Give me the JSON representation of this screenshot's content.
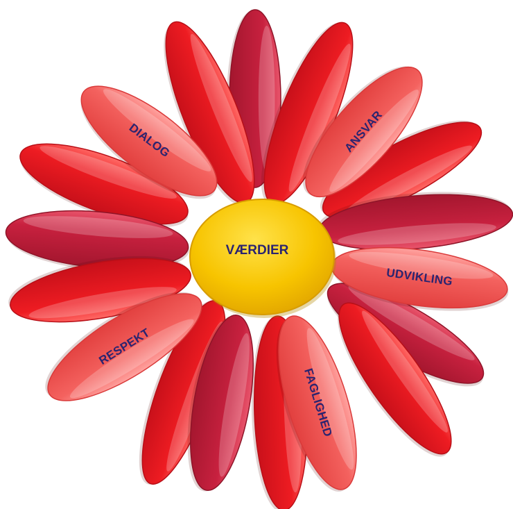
{
  "diagram": {
    "center_label": "VÆRDIER",
    "colors": {
      "petal_red": "#e8141c",
      "petal_crimson": "#c41f3b",
      "petal_salmon": "#f0585c",
      "center_yellow": "#f5c000",
      "label_text": "#2b2470"
    },
    "labeled_petals": [
      {
        "key": "dialog",
        "label": "DIALOG"
      },
      {
        "key": "ansvar",
        "label": "ANSVAR"
      },
      {
        "key": "udvikling",
        "label": "UDVIKLING"
      },
      {
        "key": "faglighed",
        "label": "FAGLIGHED"
      },
      {
        "key": "respekt",
        "label": "RESPEKT"
      }
    ]
  }
}
